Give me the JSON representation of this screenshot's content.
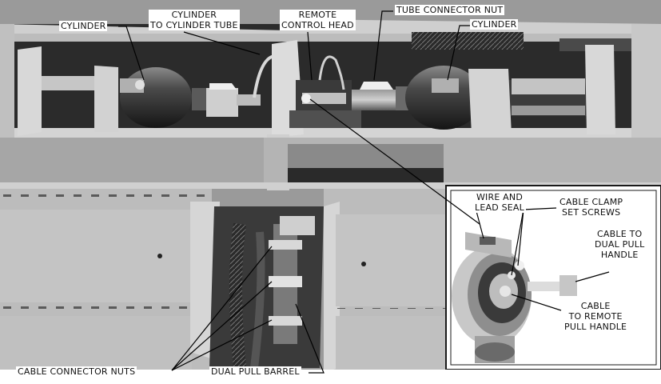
{
  "callouts": {
    "cylinder_left": "CYLINDER",
    "cylinder_to_cylinder_tube": [
      "CYLINDER",
      "TO CYLINDER TUBE"
    ],
    "remote_control_head": [
      "REMOTE",
      "CONTROL HEAD"
    ],
    "tube_connector_nut": "TUBE CONNECTOR NUT",
    "cylinder_right": "CYLINDER",
    "cable_connector_nuts": "CABLE CONNECTOR NUTS",
    "dual_pull_barrel": "DUAL PULL BARREL"
  },
  "inset": {
    "wire_and_lead_seal": [
      "WIRE AND",
      "LEAD SEAL"
    ],
    "cable_clamp_set_screws": [
      "CABLE CLAMP",
      "SET SCREWS"
    ],
    "cable_to_dual_pull_handle": [
      "CABLE TO",
      "DUAL PULL",
      "HANDLE"
    ],
    "cable_to_remote_pull_handle": [
      "CABLE",
      "TO REMOTE",
      "PULL HANDLE"
    ]
  },
  "colors": {
    "photo_dark": "#1e1e1e",
    "photo_mid": "#6e6e6e",
    "photo_light": "#c9c9c9",
    "panel": "#bdbdbd",
    "frame": "#d8d8d8",
    "label_text": "#111111"
  }
}
